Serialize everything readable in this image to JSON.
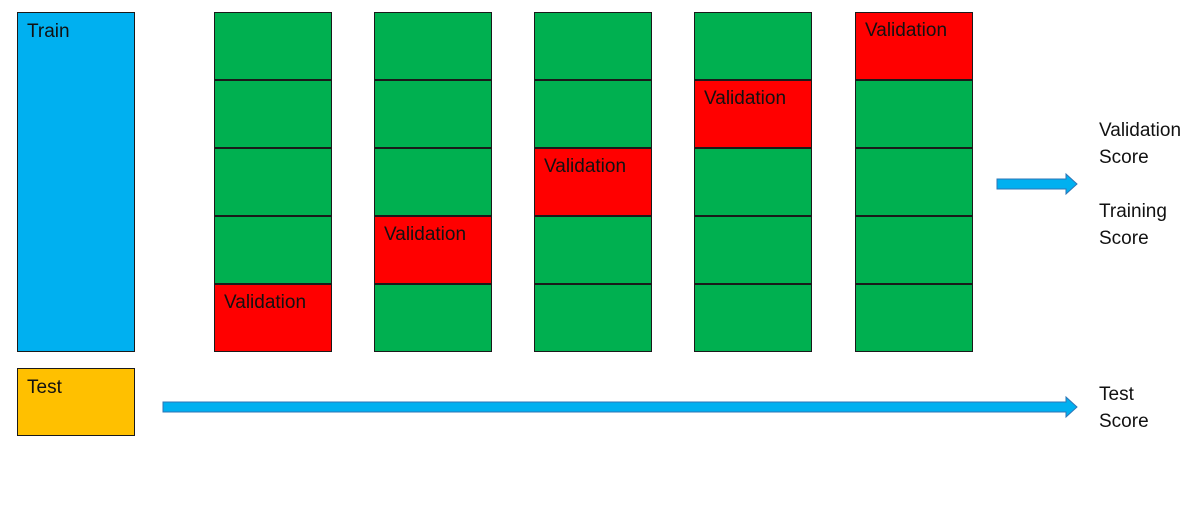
{
  "train_label": "Train",
  "test_label": "Test",
  "colors": {
    "train": "#00b0f0",
    "test": "#ffc000",
    "training_fold": "#00b050",
    "validation_fold": "#ff0000",
    "arrow": "#00b0f0"
  },
  "folds": {
    "count": 5,
    "segments_per_fold": 5,
    "validation_label": "Validation",
    "validation_segment_index": [
      4,
      3,
      2,
      1,
      0
    ]
  },
  "scores": {
    "validation": [
      "Validation",
      "Score"
    ],
    "training": [
      "Training",
      "Score"
    ],
    "test": [
      "Test",
      "Score"
    ]
  }
}
